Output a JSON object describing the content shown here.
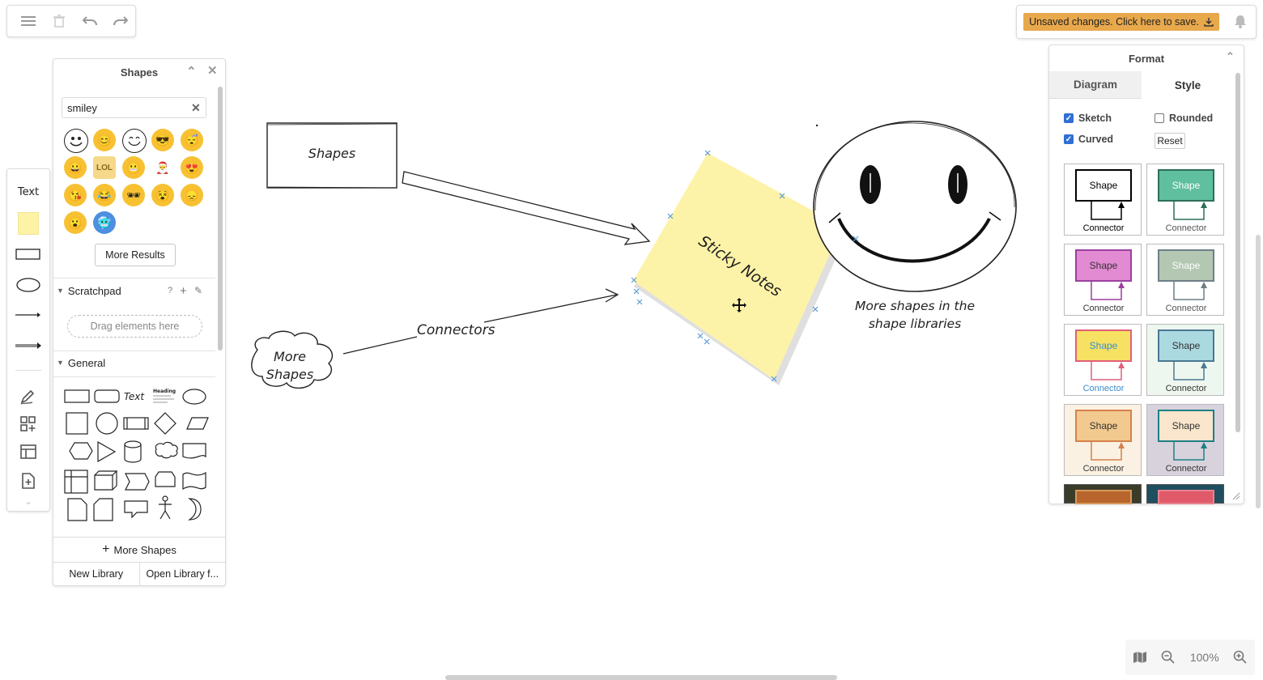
{
  "toolbar": {
    "icons": [
      "menu-icon",
      "delete-icon",
      "undo-icon",
      "redo-icon"
    ]
  },
  "left_tools": {
    "text_label": "Text"
  },
  "shapes_panel": {
    "title": "Shapes",
    "search_value": "smiley",
    "more_results": "More Results",
    "scratchpad_label": "Scratchpad",
    "scratchpad_help": "?",
    "scratchpad_add": "+",
    "drag_here": "Drag elements here",
    "general_label": "General",
    "general_text_shape": "Text",
    "general_heading_shape": "Heading",
    "more_shapes": "More Shapes",
    "new_library": "New Library",
    "open_library": "Open Library f..."
  },
  "save": {
    "label": "Unsaved changes. Click here to save."
  },
  "format_panel": {
    "title": "Format",
    "tabs": [
      "Diagram",
      "Style"
    ],
    "checkboxes": [
      {
        "label": "Sketch",
        "checked": true
      },
      {
        "label": "Rounded",
        "checked": false
      },
      {
        "label": "Curved",
        "checked": true
      }
    ],
    "reset": "Reset",
    "styles": [
      {
        "shape": "Shape",
        "connector": "Connector",
        "fill": "#ffffff",
        "stroke": "#000000",
        "text": "#000000",
        "bg": "#ffffff"
      },
      {
        "shape": "Shape",
        "connector": "Connector",
        "fill": "#5fbf9f",
        "stroke": "#2d6e5a",
        "text": "#ffffff",
        "bg": "#ffffff"
      },
      {
        "shape": "Shape",
        "connector": "Connector",
        "fill": "#e28ad2",
        "stroke": "#9b3fa1",
        "text": "#333333",
        "bg": "#ffffff"
      },
      {
        "shape": "Shape",
        "connector": "Connector",
        "fill": "#b3c7b2",
        "stroke": "#6d7f86",
        "text": "#ffffff",
        "bg": "#ffffff"
      },
      {
        "shape": "Shape",
        "connector": "Connector",
        "fill": "#f6e162",
        "stroke": "#e0607a",
        "text": "#3a8ccf",
        "bg": "#ffffff"
      },
      {
        "shape": "Shape",
        "connector": "Connector",
        "fill": "#abd9e0",
        "stroke": "#4a7892",
        "text": "#333333",
        "bg": "#eef7ef"
      },
      {
        "shape": "Shape",
        "connector": "Connector",
        "fill": "#f2c98e",
        "stroke": "#d5814b",
        "text": "#333333",
        "bg": "#fbf1e2"
      },
      {
        "shape": "Shape",
        "connector": "Connector",
        "fill": "#fae6cc",
        "stroke": "#1e7f86",
        "text": "#333333",
        "bg": "#d8d2dc"
      }
    ]
  },
  "canvas": {
    "shapes_box": "Shapes",
    "connectors_label": "Connectors",
    "cloud_label_1": "More",
    "cloud_label_2": "Shapes",
    "sticky_label": "Sticky Notes",
    "smiley_caption_1": "More shapes in the",
    "smiley_caption_2": "shape libraries"
  },
  "zoom": {
    "level": "100%"
  }
}
